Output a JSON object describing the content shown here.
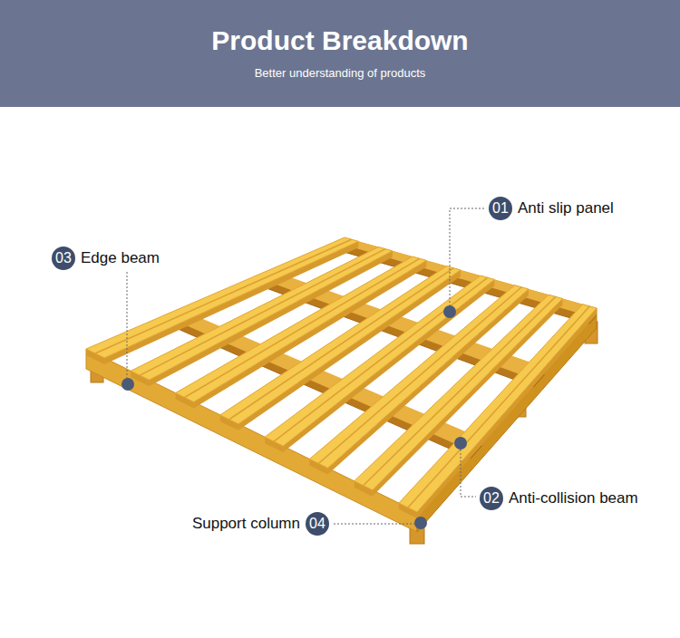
{
  "diagram": {
    "title": "Product Breakdown",
    "nodes": [
      {
        "text": [
          "01",
          "Anti slip panel"
        ]
      },
      {
        "text": [
          "03",
          "Edge beam"
        ]
      },
      {
        "text": [
          "02",
          "Anti-collision beam"
        ]
      },
      {
        "text": [
          "04",
          "Support column"
        ]
      }
    ],
    "labels": [
      "Better understanding of products"
    ]
  }
}
